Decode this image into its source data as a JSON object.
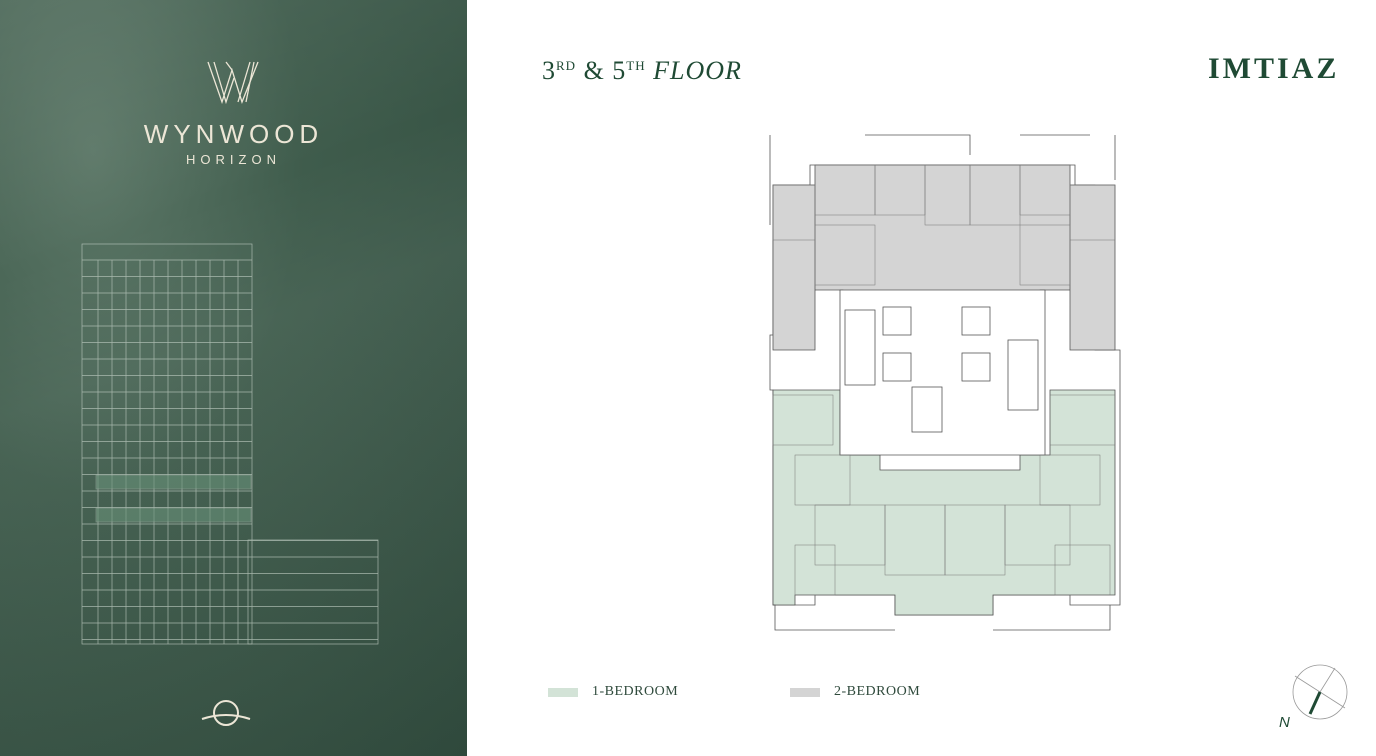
{
  "brand": {
    "logo_name": "WYNWOOD",
    "logo_sub": "HORIZON"
  },
  "header": {
    "title_num1": "3",
    "title_sup1": "RD",
    "title_amp": " & ",
    "title_num2": "5",
    "title_sup2": "TH",
    "title_word": " FLOOR",
    "developer": "IMTIAZ"
  },
  "legend": [
    {
      "label": "1-BEDROOM",
      "color": "#d3e3d7"
    },
    {
      "label": "2-BEDROOM",
      "color": "#d4d4d4"
    }
  ],
  "compass": {
    "label": "N"
  },
  "colors": {
    "panel": "#3f5c4c",
    "accent": "#1f4a34"
  }
}
